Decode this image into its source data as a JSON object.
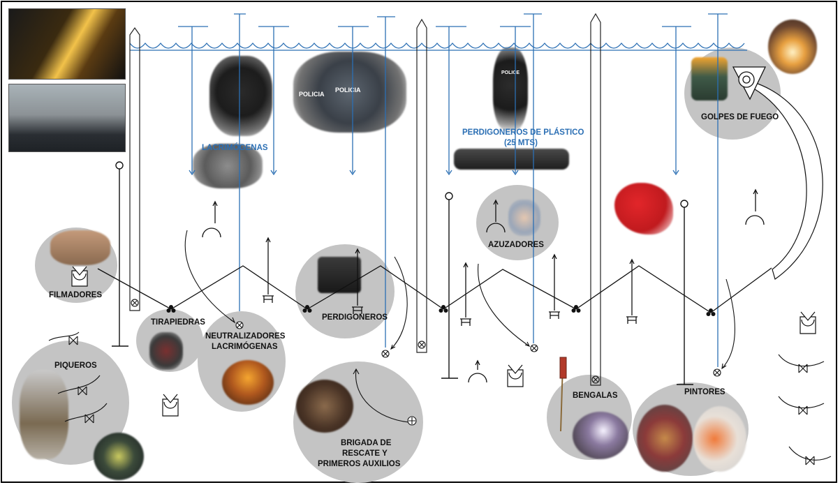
{
  "labels": {
    "filmadores": "FILMADORES",
    "tirapiedras": "TIRAPIEDRAS",
    "neutralizadores_line1": "NEUTRALIZADORES",
    "neutralizadores_line2": "LACRIMÓGENAS",
    "perdigoneros": "PERDIGONEROS",
    "azuzadores": "AZUZADORES",
    "piqueros": "PIQUEROS",
    "brigada_line1": "BRIGADA DE",
    "brigada_line2": "RESCATE Y",
    "brigada_line3": "PRIMEROS AUXILIOS",
    "bengalas": "BENGALAS",
    "pintores": "PINTORES",
    "golpes_de_fuego": "GOLPES DE FUEGO",
    "lacrimogenas": "LACRIMÓGENAS",
    "perdigoneros_plastico_line1": "PERDIGONEROS DE PLÁSTICO",
    "perdigoneros_plastico_line2": "(25 MTS)",
    "police_shield_text": "POLICIA",
    "police_helmet_text": "POLICE"
  },
  "colors": {
    "blue_accent": "#2b6fb4",
    "circle_gray": "#c4c4c4",
    "line_black": "#111111",
    "paint_red": "#d21f26"
  },
  "icons": [
    "crosshair-circle-symbol",
    "club-symbol",
    "h-symbol",
    "arc-up-arrow-symbol",
    "bowtie-arrow-symbol",
    "shield-v-symbol",
    "cross-circle-symbol",
    "flag-pole-symbol",
    "target-triangle-symbol"
  ]
}
